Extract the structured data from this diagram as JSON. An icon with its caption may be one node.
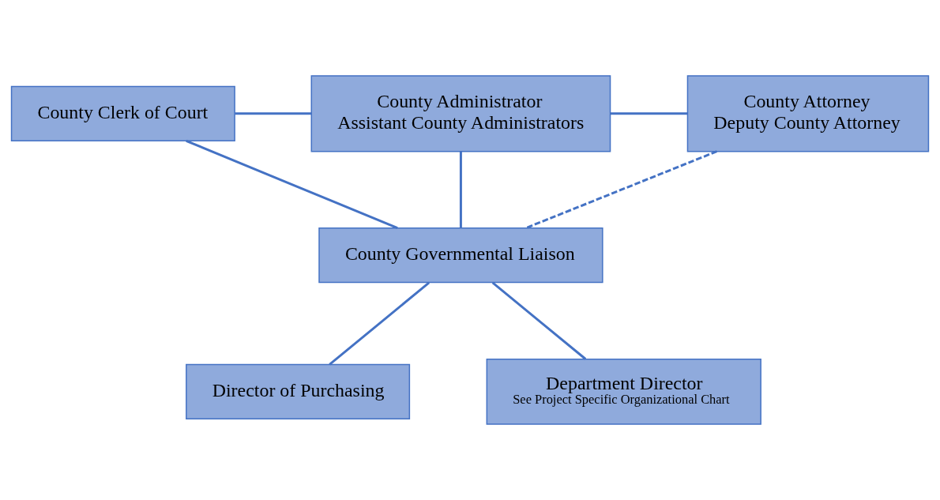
{
  "diagram": {
    "nodes": [
      {
        "text": [
          "County Clerk of Court"
        ]
      },
      {
        "text": [
          "County Administrator",
          "Assistant County Administrators"
        ]
      },
      {
        "text": [
          "County Attorney",
          "Deputy County Attorney"
        ]
      },
      {
        "text": [
          "County Governmental Liaison"
        ]
      },
      {
        "text": [
          "Director of Purchasing"
        ]
      },
      {
        "text": [
          "Department Director",
          "See Project Specific Organizational Chart"
        ]
      }
    ],
    "edges": [
      {
        "from": 0,
        "to": 1,
        "arrow": "none"
      },
      {
        "from": 1,
        "to": 2,
        "arrow": "none"
      },
      {
        "from": 1,
        "to": 3,
        "arrow": "none"
      },
      {
        "from": 0,
        "to": 3,
        "arrow": "none"
      },
      {
        "from": 2,
        "to": 3,
        "arrow": "none",
        "style": "dashed"
      },
      {
        "from": 3,
        "to": 4,
        "arrow": "none"
      },
      {
        "from": 3,
        "to": 5,
        "arrow": "none"
      }
    ]
  }
}
